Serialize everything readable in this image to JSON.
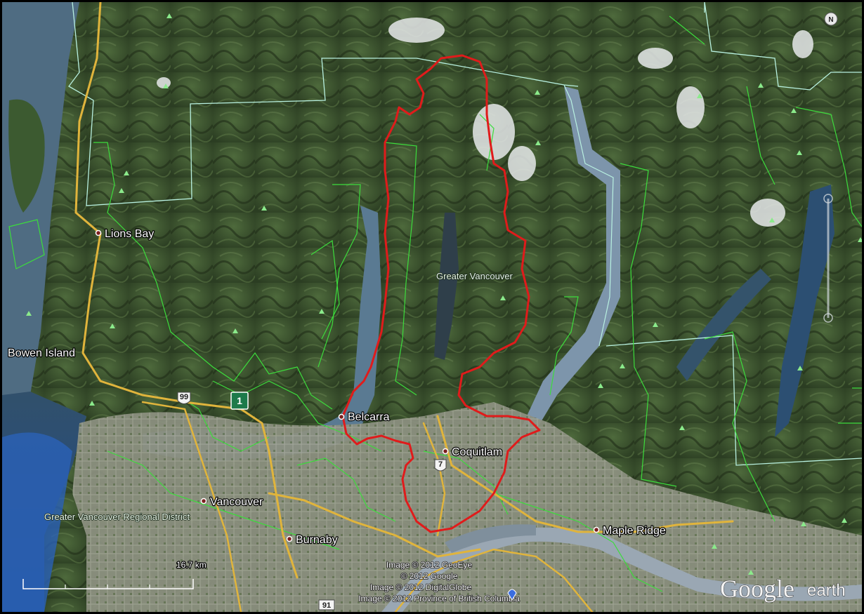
{
  "places": [
    {
      "name": "Lions Bay"
    },
    {
      "name": "Bowen Island"
    },
    {
      "name": "Belcarra"
    },
    {
      "name": "Coquitlam"
    },
    {
      "name": "Vancouver"
    },
    {
      "name": "Burnaby"
    },
    {
      "name": "Maple Ridge"
    }
  ],
  "regions": {
    "greater_vancouver": "Greater Vancouver",
    "regional_district": "Greater Vancouver Regional District"
  },
  "highways": [
    "99",
    "1",
    "7",
    "91"
  ],
  "scale": {
    "label": "16.7 km"
  },
  "credits": [
    "Image © 2012 GeoEye",
    "© 2012 Google",
    "Image © 2012 DigitalGlobe",
    "Image © 2012 Province of British Columbia"
  ],
  "logo": {
    "main": "Google",
    "sub": "earth"
  },
  "compass": {
    "label": "N"
  },
  "colors": {
    "route": "#e01b1b",
    "park_boundary": "#3cdc3c",
    "region_boundary": "#b8f0e0",
    "highway": "#e0b43c",
    "water": "#6f8fa8"
  }
}
